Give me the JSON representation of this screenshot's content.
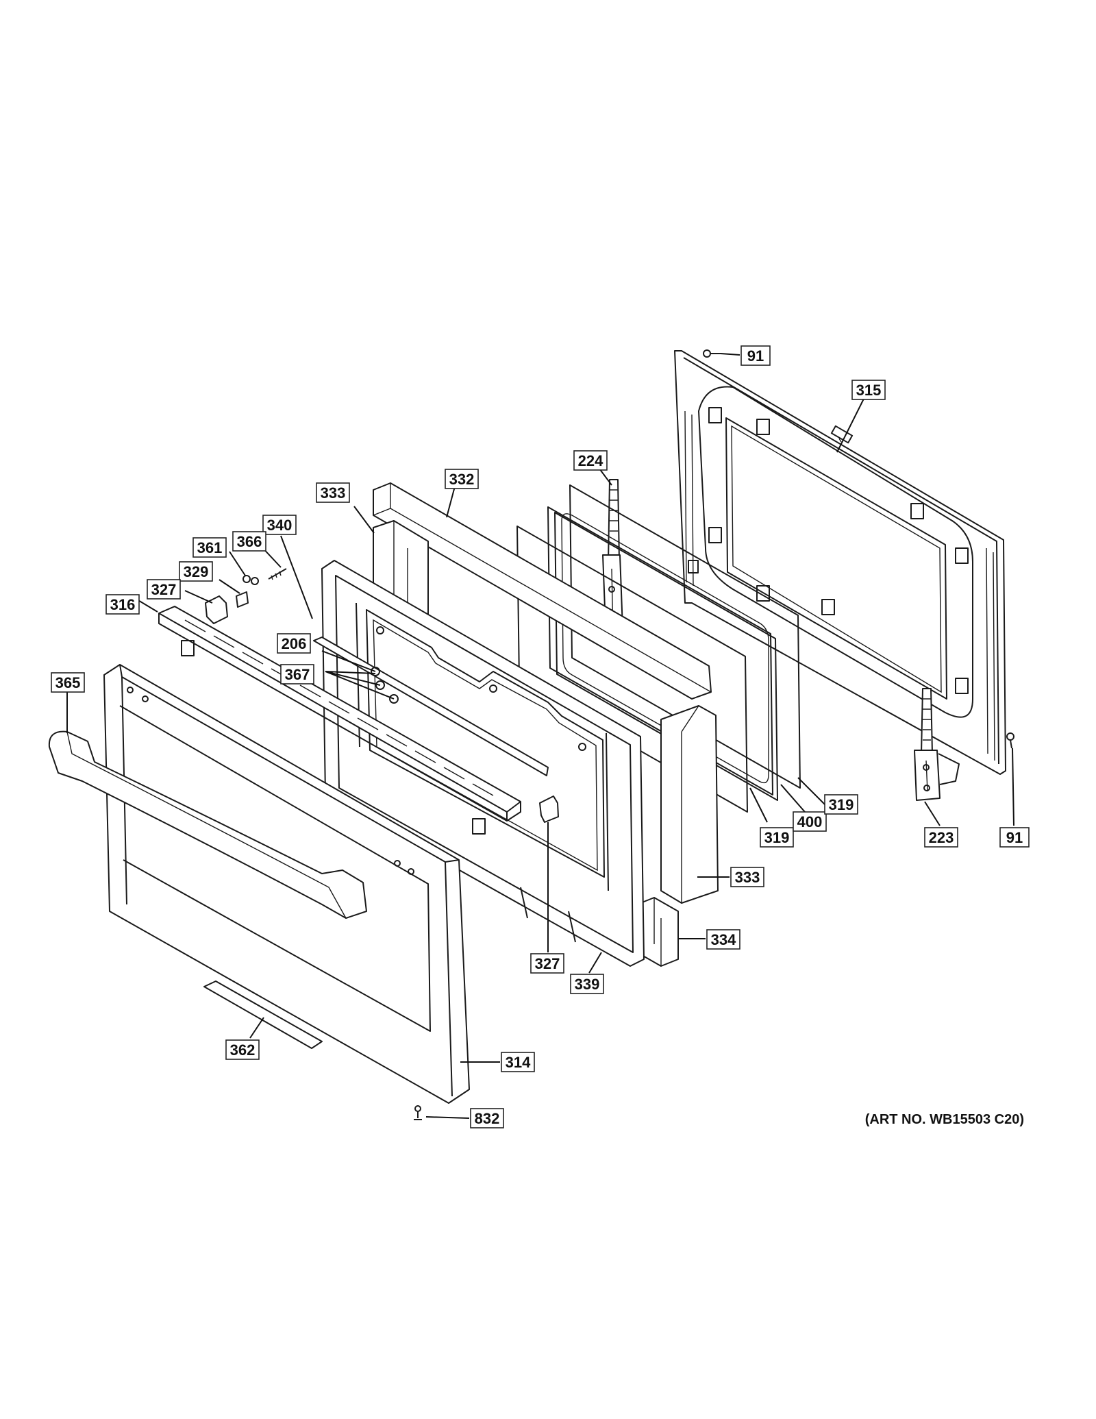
{
  "art_number": "(ART NO. WB15503 C20)",
  "callouts": [
    {
      "id": "c-91a",
      "label": "91"
    },
    {
      "id": "c-315",
      "label": "315"
    },
    {
      "id": "c-224",
      "label": "224"
    },
    {
      "id": "c-332",
      "label": "332"
    },
    {
      "id": "c-333a",
      "label": "333"
    },
    {
      "id": "c-340",
      "label": "340"
    },
    {
      "id": "c-366",
      "label": "366"
    },
    {
      "id": "c-361",
      "label": "361"
    },
    {
      "id": "c-329",
      "label": "329"
    },
    {
      "id": "c-327a",
      "label": "327"
    },
    {
      "id": "c-316",
      "label": "316"
    },
    {
      "id": "c-206",
      "label": "206"
    },
    {
      "id": "c-367",
      "label": "367"
    },
    {
      "id": "c-365",
      "label": "365"
    },
    {
      "id": "c-319a",
      "label": "319"
    },
    {
      "id": "c-400",
      "label": "400"
    },
    {
      "id": "c-319b",
      "label": "319"
    },
    {
      "id": "c-223",
      "label": "223"
    },
    {
      "id": "c-91b",
      "label": "91"
    },
    {
      "id": "c-333b",
      "label": "333"
    },
    {
      "id": "c-334",
      "label": "334"
    },
    {
      "id": "c-327b",
      "label": "327"
    },
    {
      "id": "c-339",
      "label": "339"
    },
    {
      "id": "c-362",
      "label": "362"
    },
    {
      "id": "c-314",
      "label": "314"
    },
    {
      "id": "c-832",
      "label": "832"
    }
  ]
}
